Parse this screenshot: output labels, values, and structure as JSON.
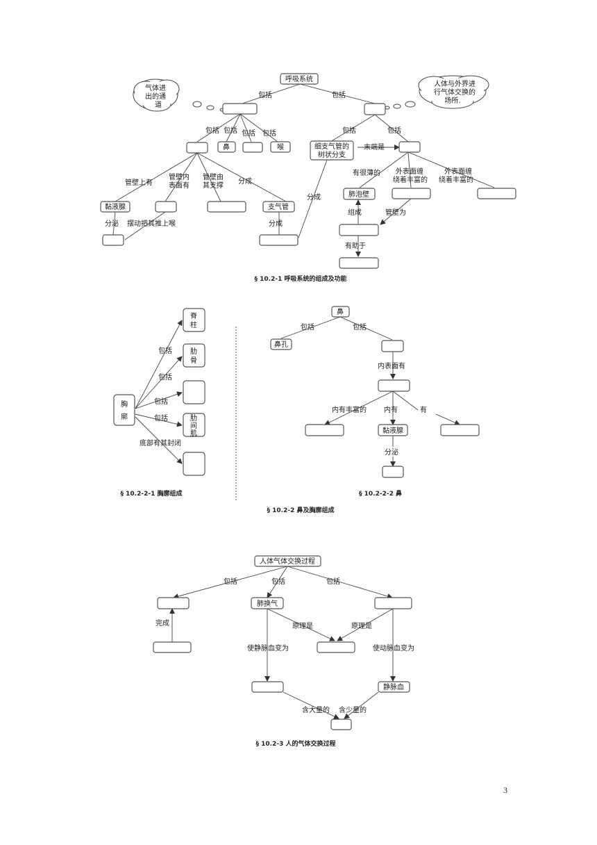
{
  "fig1": {
    "root": "呼吸系统",
    "cloud_left": [
      "气体进",
      "出的通",
      "道"
    ],
    "cloud_right": [
      "人体与外界进",
      "行气体交换的",
      "场所."
    ],
    "e_include_left": "包括",
    "e_include_right": "包括",
    "e_include_1": "包括",
    "e_include_2": "包括",
    "e_include_3": "包括",
    "e_include_4": "包括",
    "nose": "鼻",
    "throat": "喉",
    "e_include_r1": "包括",
    "e_include_r2": "包括",
    "bronchiole_tree": [
      "细支气管的",
      "树状分支"
    ],
    "e_end_is": "末端是",
    "e_wall_has": "管壁上有",
    "e_inner_surface": [
      "管壁内",
      "表面有"
    ],
    "e_wall_support": [
      "管壁由",
      "其支撑"
    ],
    "e_branch": "分成",
    "mucus_gland": "黏液腺",
    "bronchus": "支气管",
    "e_secrete": "分泌",
    "e_swing": "摆动把其推上喉",
    "e_branch2": "分成",
    "e_branch3": "分成",
    "e_thin": "有很薄的",
    "e_surround1": [
      "外表面缠",
      "绕着丰富的"
    ],
    "e_surround2": [
      "外表面缠",
      "绕着丰富的"
    ],
    "alveolar_wall": "肺泡壁",
    "e_compose": "组成",
    "e_wall_as": "管壁为",
    "e_helps": "有助于",
    "caption": "§ 10.2-1  呼吸系统的组成及功能"
  },
  "fig2a": {
    "thorax": [
      "胸",
      "廓"
    ],
    "spine": [
      "脊",
      "柱"
    ],
    "rib": [
      "肋",
      "骨"
    ],
    "intercostal": [
      "肋",
      "间",
      "肌"
    ],
    "e_inc1": "包括",
    "e_inc2": "包括",
    "e_inc3": "包括",
    "e_inc4": "包括",
    "e_bottom": "底部有其封闭",
    "caption": "§  10.2-2-1 胸廓组成"
  },
  "fig2b": {
    "nose": "鼻",
    "nostril": "鼻孔",
    "e_inc_l": "包括",
    "e_inc_r": "包括",
    "e_inner": "内表面有",
    "e_rich": "内有丰富的",
    "e_in": "内有",
    "e_has": "有",
    "mucus_gland": "黏液腺",
    "e_secrete": "分泌",
    "caption": "§  10.2-2-2 鼻"
  },
  "fig2_caption": "§ 10.2-2  鼻及胸廓组成",
  "fig3": {
    "root": "人体气体交换过程",
    "e_inc1": "包括",
    "e_inc2": "包括",
    "e_inc3": "包括",
    "lung_exchange": "肺换气",
    "e_complete": "完成",
    "e_principle1": "原理是",
    "e_principle2": "原理是",
    "e_venous_to": "使静脉血变为",
    "e_arterial_to": "使动脉血变为",
    "venous_blood": "静脉血",
    "e_much": "含大量的",
    "e_little": "含少量的",
    "caption": "§ 10.2-3  人的气体交换过程"
  },
  "page_number": "3"
}
